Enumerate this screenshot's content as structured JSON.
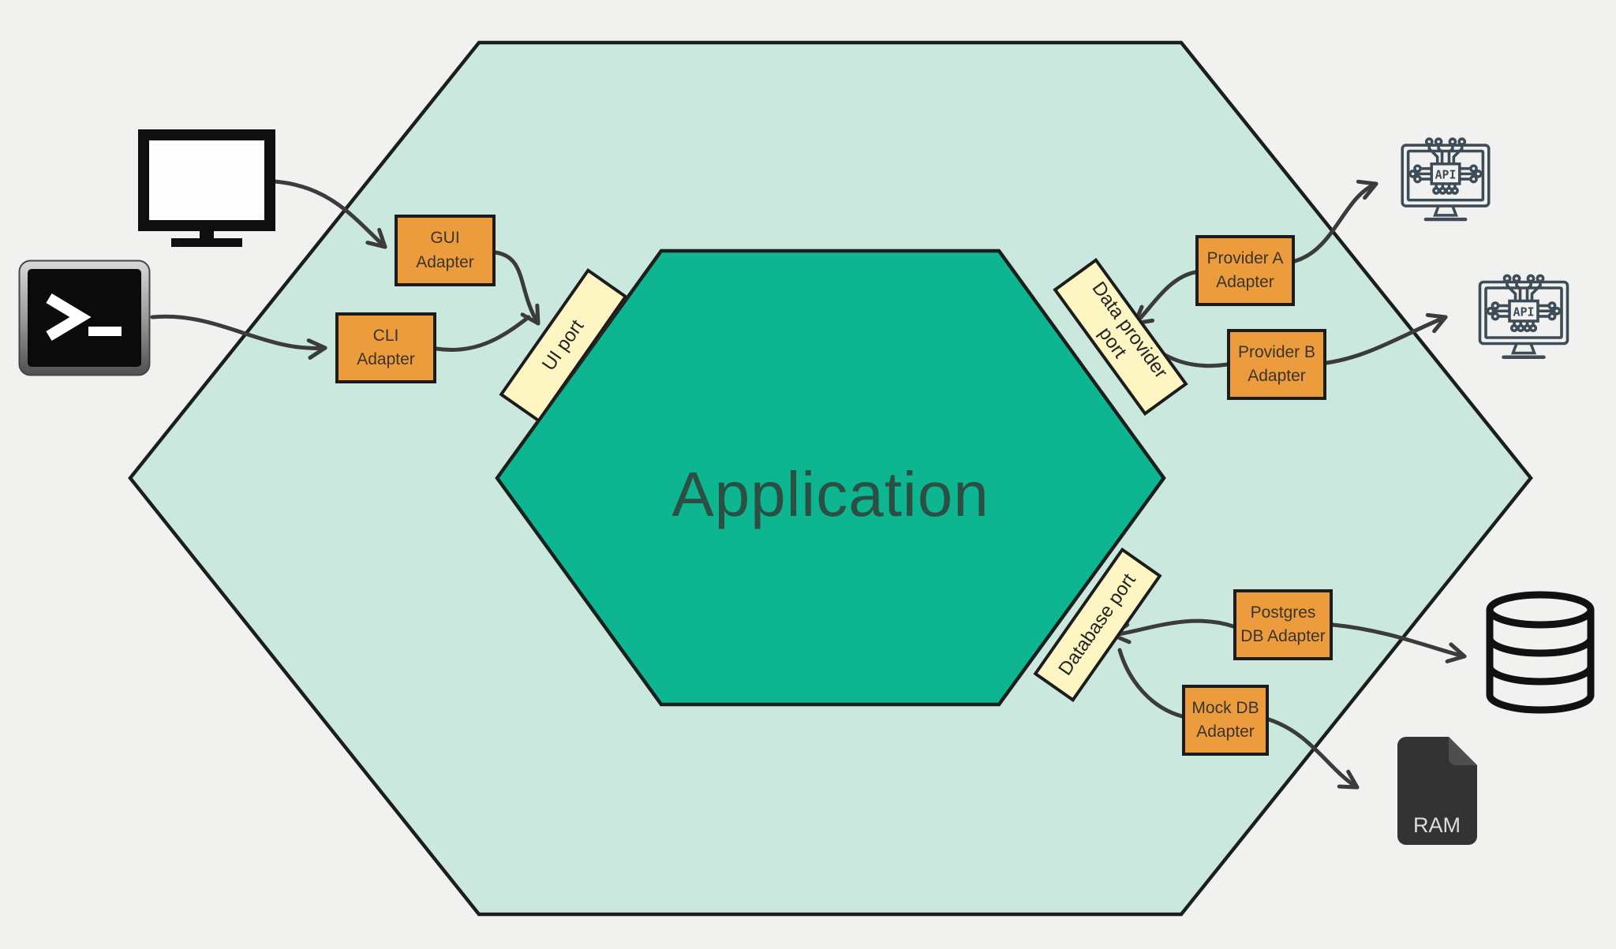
{
  "application": {
    "label": "Application"
  },
  "ports": {
    "ui": {
      "line1": "UI port"
    },
    "data_provider": {
      "line1": "Data provider",
      "line2": "port"
    },
    "database": {
      "line1": "Database port"
    }
  },
  "adapters": {
    "gui": {
      "line1": "GUI",
      "line2": "Adapter"
    },
    "cli": {
      "line1": "CLI",
      "line2": "Adapter"
    },
    "provider_a": {
      "line1": "Provider A",
      "line2": "Adapter"
    },
    "provider_b": {
      "line1": "Provider B",
      "line2": "Adapter"
    },
    "postgres": {
      "line1": "Postgres",
      "line2": "DB Adapter"
    },
    "mock": {
      "line1": "Mock DB",
      "line2": "Adapter"
    }
  },
  "icons": {
    "api_chip_label": "API",
    "ram_file_label": "RAM"
  },
  "colors": {
    "background": "#f1f1f0",
    "outer_hexagon": "#cbe8de",
    "inner_hexagon": "#0db690",
    "hexagon_stroke": "#1a1f1c",
    "port_fill": "#fdf6c3",
    "box_stroke": "#1c1c1c",
    "adapter_fill": "#ec9b3d",
    "adapter_text": "#3a352b",
    "port_text": "#232323",
    "application_text": "#2c4f44",
    "arrow": "#3b3b3b",
    "api_icon": "#3e4c58",
    "monitor_icon": "#0f0f0f",
    "db_icon": "#111111",
    "terminal_screen": "#0b0b0b",
    "ram_fill": "#333333",
    "ram_fold": "#4e4e4e",
    "ram_text": "#dedede"
  }
}
